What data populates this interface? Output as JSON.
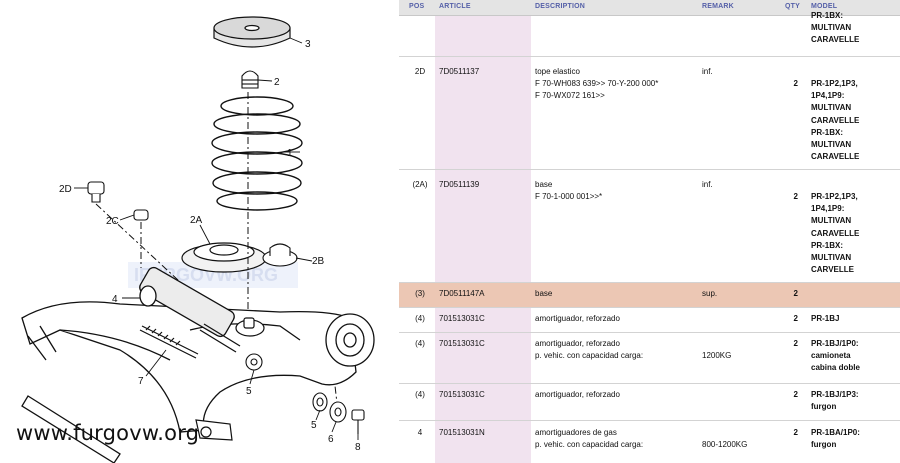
{
  "diagram": {
    "callouts": [
      "3",
      "2",
      "1",
      "2D",
      "2C",
      "2A",
      "2B",
      "4",
      "7",
      "5",
      "6",
      "5",
      "8"
    ],
    "faint_watermark": "IFURGOVW.ORG"
  },
  "watermark": "www.furgovw.org",
  "table": {
    "headers": {
      "pos": "POS",
      "article": "ARTICLE",
      "description": "DESCRIPTION",
      "remark": "REMARK",
      "qty": "QTY",
      "model": "MODEL"
    },
    "rows": [
      {
        "pos": "",
        "article": "",
        "description": "",
        "remark": "",
        "qty": "",
        "model": "PR-1BX:\nMULTIVAN\nCARAVELLE"
      },
      {
        "pos": "2D",
        "article": "7D0511137",
        "description": "tope elastico\nF 70-WH083 639>> 70-Y-200 000*\nF 70-WX072 161>>",
        "remark": "inf.",
        "qty": "2",
        "model": "PR-1P2,1P3,\n1P4,1P9:\nMULTIVAN\nCARAVELLE\nPR-1BX:\nMULTIVAN\nCARAVELLE"
      },
      {
        "pos": "(2A)",
        "article": "7D0511139",
        "description": "base\nF 70-1-000 001>>*",
        "remark": "inf.",
        "qty": "2",
        "model": "PR-1P2,1P3,\n1P4,1P9:\nMULTIVAN\nCARAVELLE\nPR-1BX:\nMULTIVAN\nCARVELLE"
      },
      {
        "pos": "(3)",
        "article": "7D0511147A",
        "description": "base",
        "remark": "sup.",
        "qty": "2",
        "model": "",
        "highlight": true
      },
      {
        "pos": "(4)",
        "article": "701513031C",
        "description": "amortiguador, reforzado",
        "remark": "",
        "qty": "2",
        "model": "PR-1BJ"
      },
      {
        "pos": "(4)",
        "article": "701513031C",
        "description": "amortiguador, reforzado\np. vehic. con capacidad carga:",
        "remark": "\n1200KG",
        "qty": "2",
        "model": "PR-1BJ/1P0:\ncamioneta\ncabina doble"
      },
      {
        "pos": "(4)",
        "article": "701513031C",
        "description": "amortiguador, reforzado",
        "remark": "",
        "qty": "2",
        "model": "PR-1BJ/1P3:\nfurgon"
      },
      {
        "pos": "4",
        "article": "701513031N",
        "description": "amortiguadores de gas\np. vehic. con capacidad carga:",
        "remark": "\n800-1200KG",
        "qty": "2",
        "model": "PR-1BA/1P0:\nfurgon"
      }
    ]
  },
  "colors": {
    "header_text": "#5560a8",
    "article_column": "#f1e3ef",
    "highlight_row": "#ecc7b4"
  }
}
